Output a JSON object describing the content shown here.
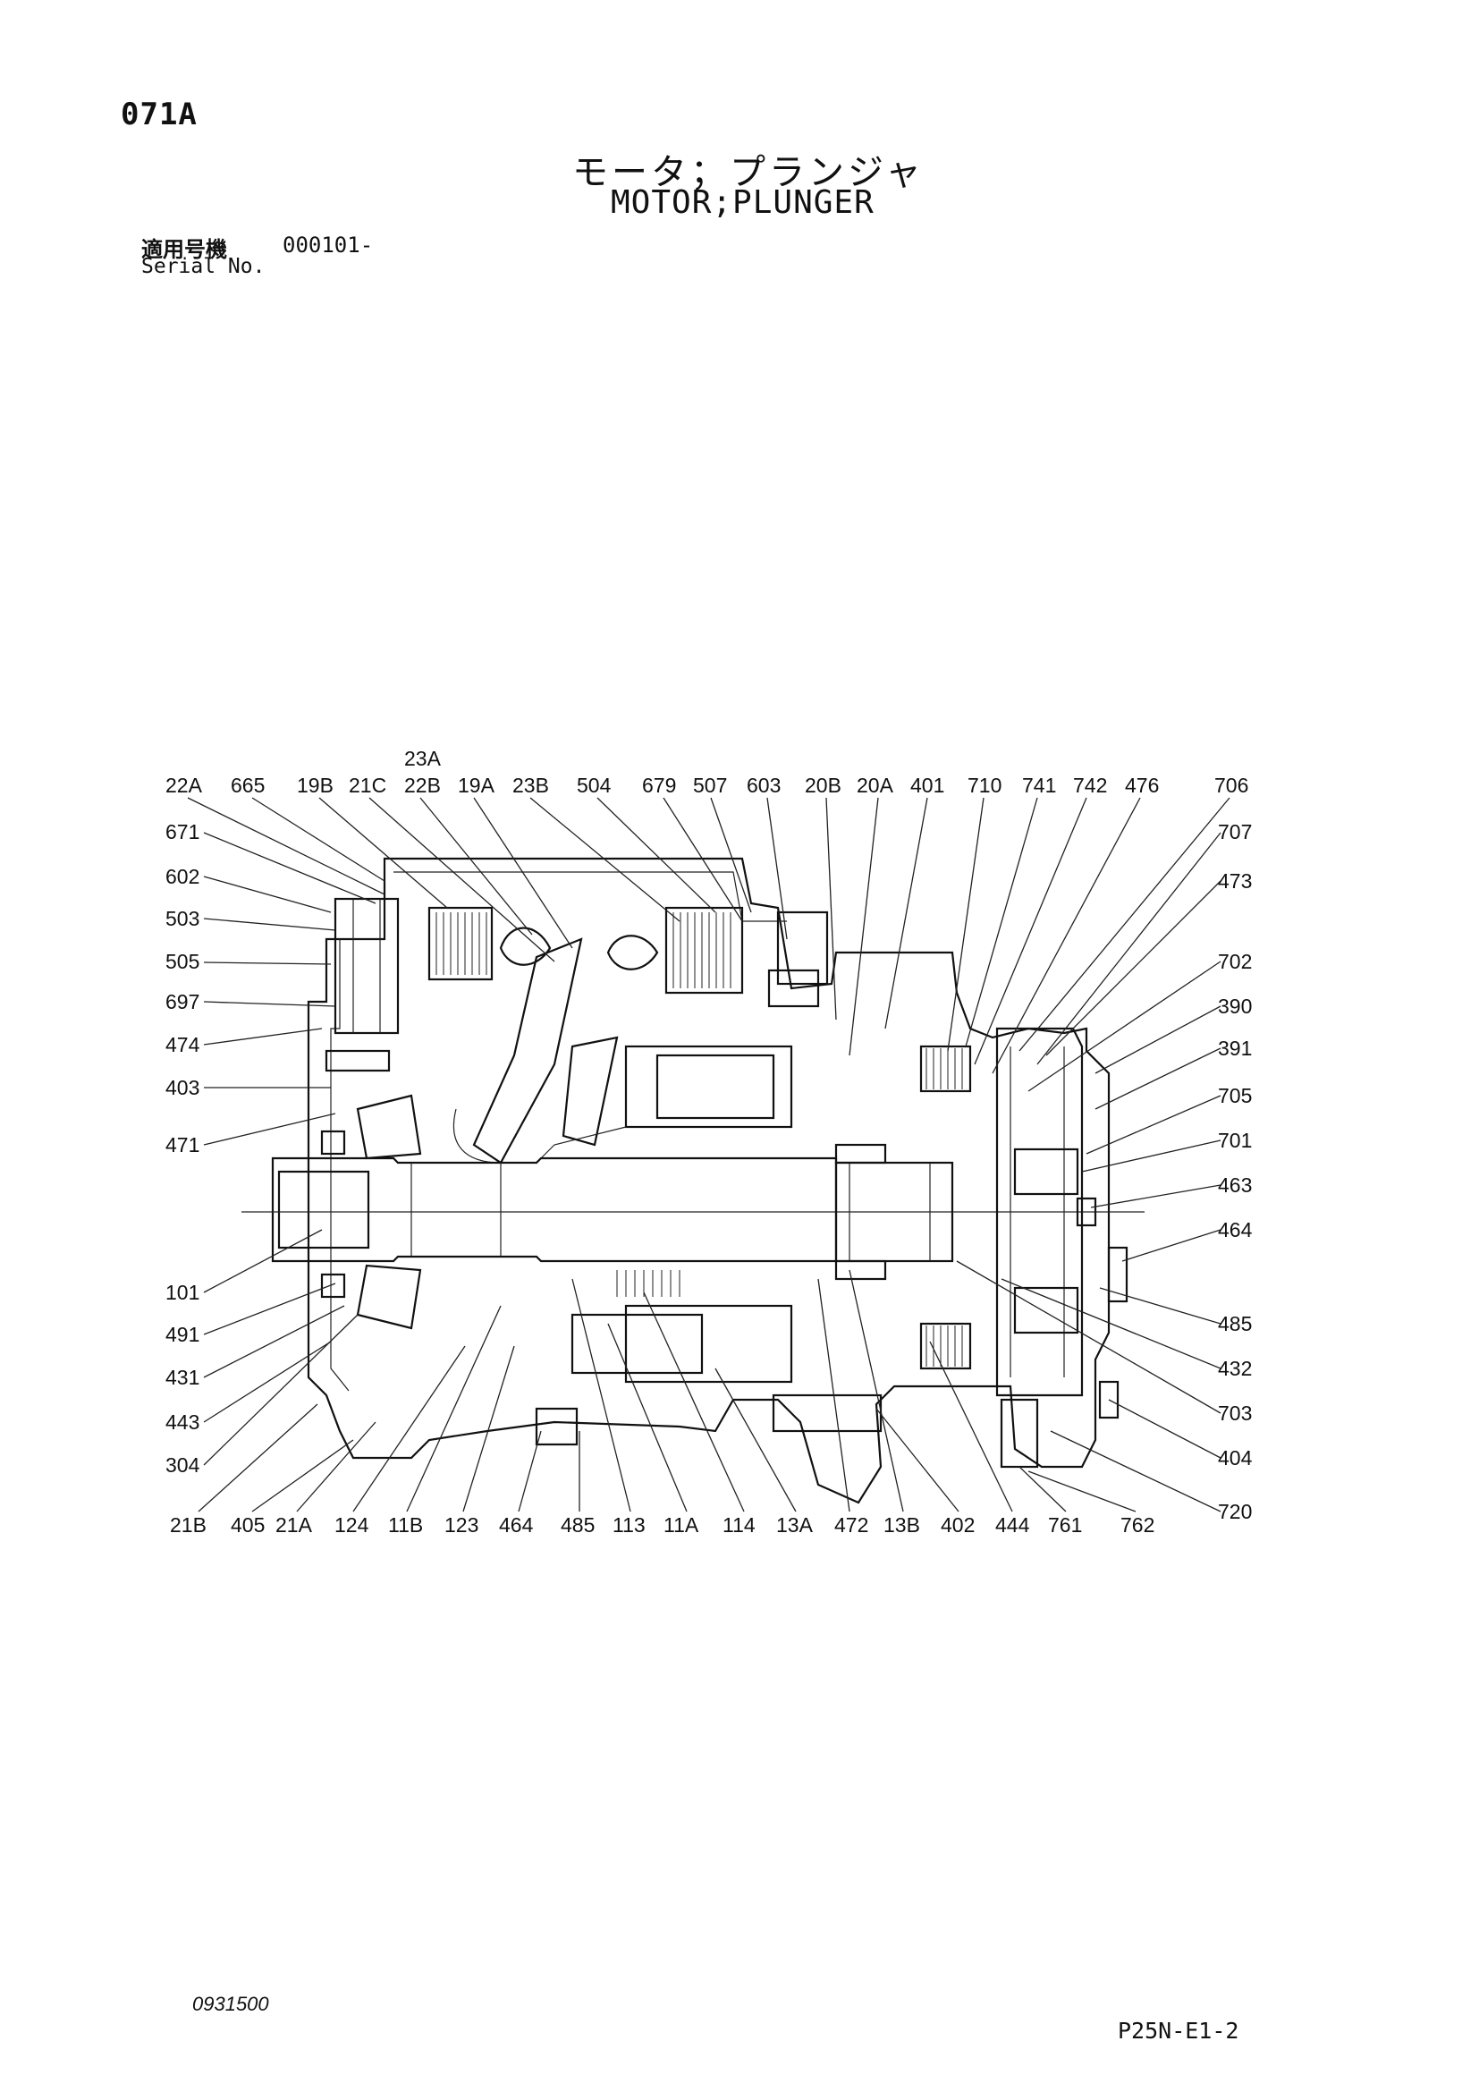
{
  "header": {
    "code": "071A",
    "title_jp": "モータ；プランジャ",
    "title_en": "MOTOR;PLUNGER",
    "serial_label_jp": "適用号機",
    "serial_value": "000101-",
    "serial_label_en": "Serial No."
  },
  "footer": {
    "drawing_no": "0931500",
    "page_code": "P25N-E1-2"
  },
  "diagram": {
    "top_callouts": [
      "23A",
      "22A",
      "665",
      "19B",
      "21C",
      "22B",
      "19A",
      "23B",
      "504",
      "679",
      "507",
      "603",
      "20B",
      "20A",
      "401",
      "710",
      "741",
      "742",
      "476",
      "706"
    ],
    "left_callouts": [
      "671",
      "602",
      "503",
      "505",
      "697",
      "474",
      "403",
      "471",
      "101",
      "491",
      "431",
      "443",
      "304"
    ],
    "right_callouts": [
      "707",
      "473",
      "702",
      "390",
      "391",
      "705",
      "701",
      "463",
      "464",
      "485",
      "432",
      "703",
      "404",
      "720"
    ],
    "bottom_callouts": [
      "21B",
      "405",
      "21A",
      "124",
      "11B",
      "123",
      "464",
      "485",
      "113",
      "11A",
      "114",
      "13A",
      "472",
      "13B",
      "402",
      "444",
      "761",
      "762"
    ]
  }
}
